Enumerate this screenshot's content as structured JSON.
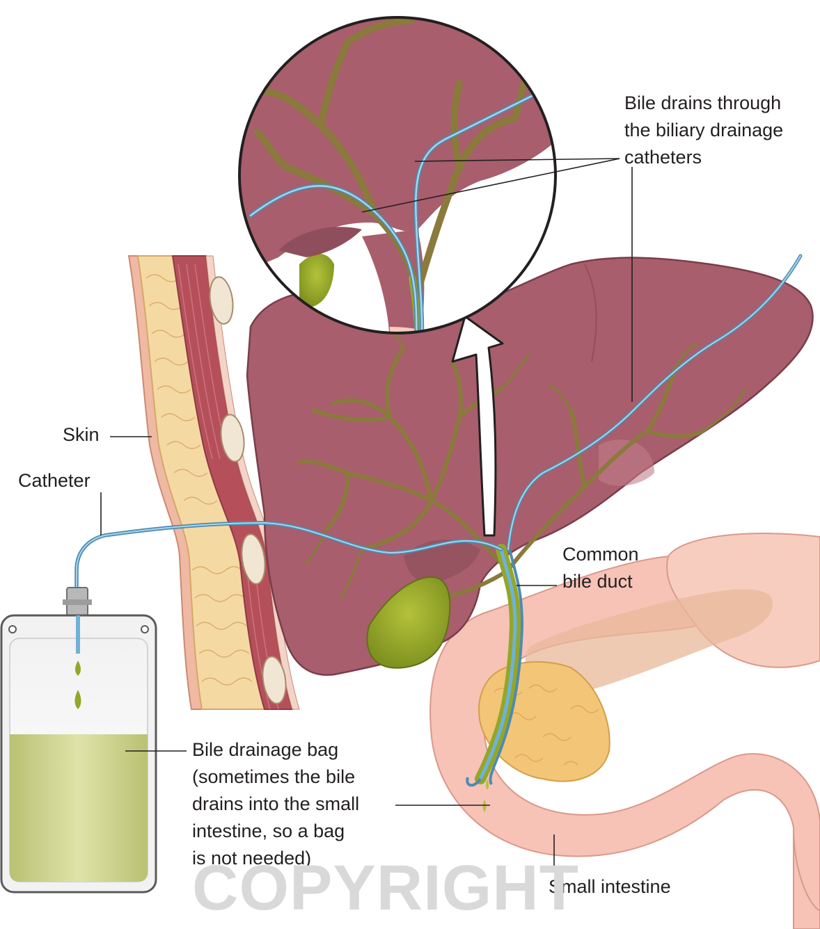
{
  "labels": {
    "bile_drains": [
      "Bile drains through",
      "the biliary drainage",
      "catheters"
    ],
    "skin": "Skin",
    "catheter": "Catheter",
    "common_bile_duct": [
      "Common",
      "bile duct"
    ],
    "bag": [
      "Bile drainage bag",
      "(sometimes the bile",
      "drains into the small",
      "intestine, so a bag",
      "is not needed)"
    ],
    "small_intestine": "Small intestine"
  },
  "watermark": "COPYRIGHT",
  "colors": {
    "liver": "#a85e6c",
    "liver_dark": "#8a4452",
    "bile_duct": "#8a7a3c",
    "catheter": "#6fb2d8",
    "fat": "#f5d9a3",
    "muscle": "#b5505a",
    "gallbladder": "#94a628",
    "intestine": "#f6c3b6",
    "pancreas": "#f3c577",
    "bile_fluid": "#c9cf82"
  }
}
